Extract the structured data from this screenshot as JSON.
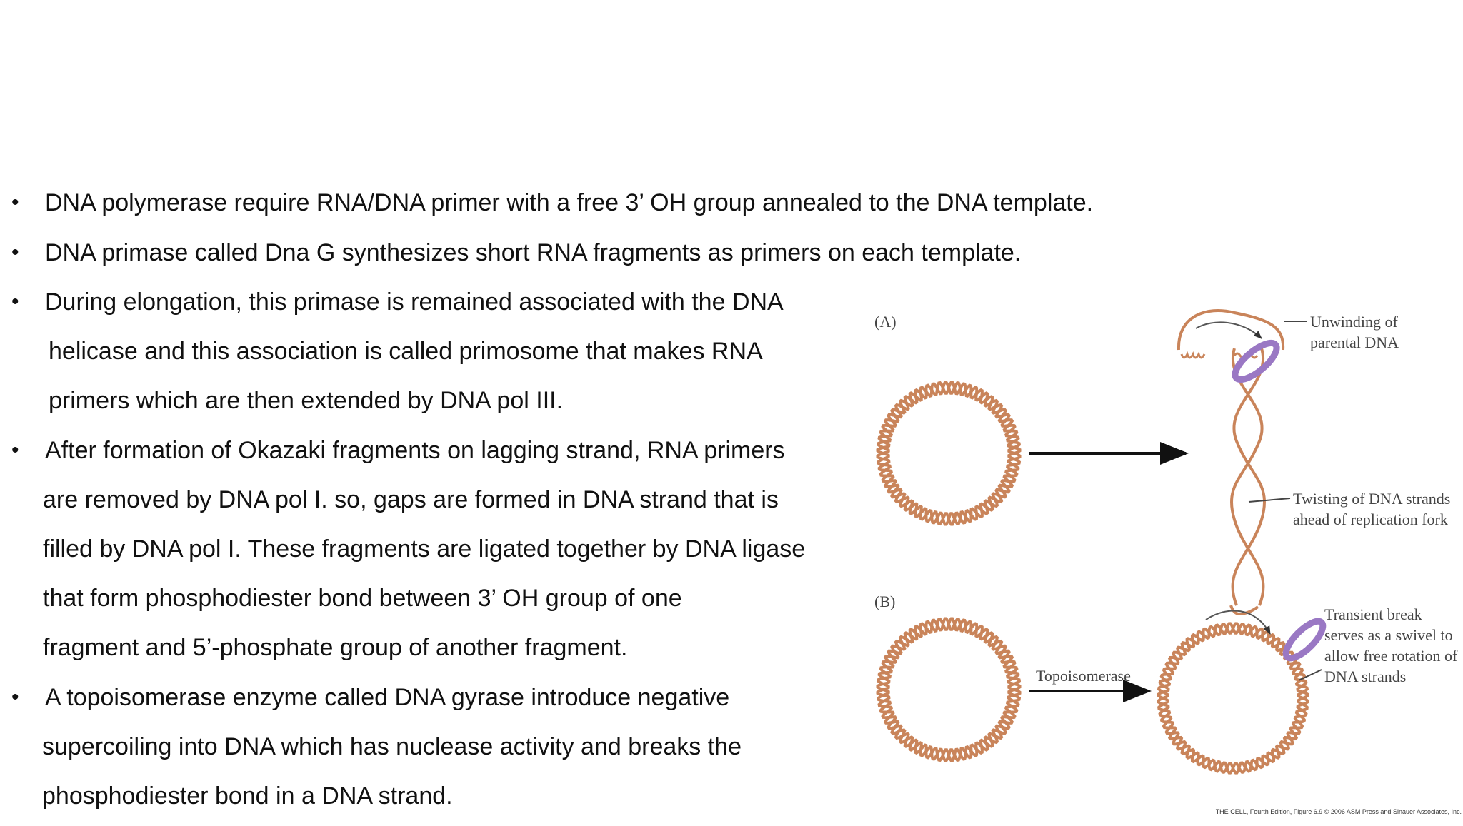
{
  "bullets": [
    {
      "lines": [
        "DNA polymerase require RNA/DNA primer with a free 3’ OH group annealed to the DNA template."
      ]
    },
    {
      "lines": [
        "DNA primase called Dna G synthesizes short RNA fragments as primers on each template."
      ]
    },
    {
      "lines": [
        "During elongation, this primase is remained associated with the DNA",
        "helicase and this association is called primosome that makes RNA",
        "primers which are then extended by DNA pol III."
      ]
    },
    {
      "lines": [
        "After formation of Okazaki fragments on lagging strand, RNA primers",
        "are removed by DNA pol I. so, gaps are formed in DNA strand that is",
        "filled by DNA pol I. These fragments are ligated together by DNA ligase",
        "that form phosphodiester bond between 3’ OH group of one",
        "fragment and 5’-phosphate group of another fragment."
      ]
    },
    {
      "lines": [
        "A topoisomerase enzyme called DNA gyrase introduce negative",
        "supercoiling into DNA which has nuclease activity and breaks the",
        "phosphodiester bond in a DNA strand."
      ]
    }
  ],
  "bullet_symbol": "•",
  "figure": {
    "panel_a_label": "(A)",
    "panel_b_label": "(B)",
    "unwinding_line1": "Unwinding of",
    "unwinding_line2": "parental DNA",
    "twisting_line1": "Twisting of DNA strands",
    "twisting_line2": "ahead of replication fork",
    "topoisomerase_label": "Topoisomerase",
    "transient_line1": "Transient break",
    "transient_line2": "serves as a swivel to",
    "transient_line3": "allow free rotation of",
    "transient_line4": "DNA strands",
    "credit": "THE CELL, Fourth Edition, Figure 6.9 © 2006 ASM Press and Sinauer Associates, Inc."
  },
  "colors": {
    "dna_strand": "#c9845a",
    "enzyme_arrow": "#9a78c4",
    "arrow": "#111111"
  }
}
